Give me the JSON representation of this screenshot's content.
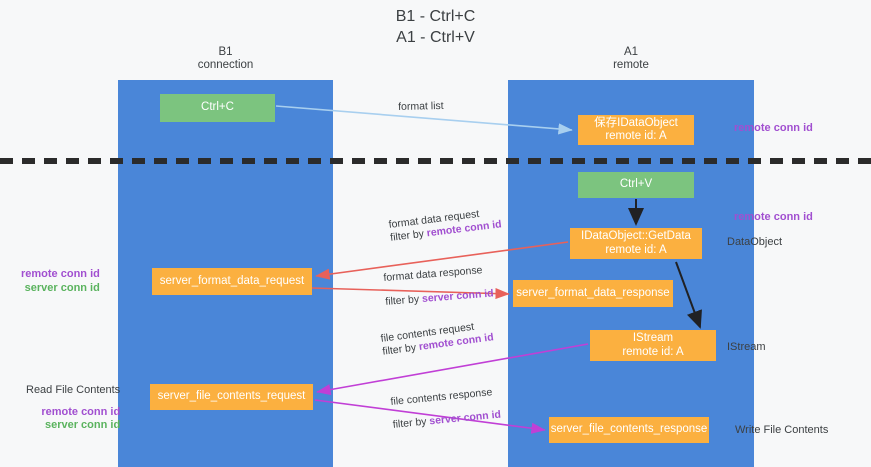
{
  "title": {
    "line1": "B1 - Ctrl+C",
    "line2": "A1 - Ctrl+V"
  },
  "lanes": [
    {
      "id": "b1",
      "name": "B1",
      "role": "connection",
      "color": "#4a86d8"
    },
    {
      "id": "a1",
      "name": "A1",
      "role": "remote",
      "color": "#4a86d8"
    }
  ],
  "nodes": {
    "ctrl_c": {
      "label": "Ctrl+C",
      "color": "#7cc47f"
    },
    "save_dataobject": {
      "label": "保存IDataObject",
      "sub": "remote id: A",
      "color": "#fbb040"
    },
    "ctrl_v": {
      "label": "Ctrl+V",
      "color": "#7cc47f"
    },
    "getdata": {
      "label": "IDataObject::GetData",
      "sub": "remote id: A",
      "color": "#fbb040"
    },
    "server_format_data_request": {
      "label": "server_format_data_request",
      "color": "#fbb040"
    },
    "server_format_data_response": {
      "label": "server_format_data_response",
      "color": "#fbb040"
    },
    "istream": {
      "label": "IStream",
      "sub": "remote id: A",
      "color": "#fbb040"
    },
    "server_file_contents_request": {
      "label": "server_file_contents_request",
      "color": "#fbb040"
    },
    "server_file_contents_response": {
      "label": "server_file_contents_response",
      "color": "#fbb040"
    }
  },
  "edge_labels": {
    "format_list": {
      "text": "format list"
    },
    "format_data_request": {
      "text": "format data request",
      "filter_prefix": "filter by ",
      "filter_key": "remote conn id"
    },
    "format_data_response": {
      "text": "format data response",
      "filter_prefix": "filter by ",
      "filter_key": "server conn id"
    },
    "file_contents_request": {
      "text": "file contents request",
      "filter_prefix": "filter by ",
      "filter_key": "remote conn id"
    },
    "file_contents_response": {
      "text": "file contents response",
      "filter_prefix": "filter by ",
      "filter_key": "server conn id"
    }
  },
  "notes": {
    "right_remote_conn_id_top": "remote conn id",
    "right_remote_conn_id_mid": "remote conn id",
    "right_dataobject": "DataObject",
    "right_istream": "IStream",
    "right_write_file_contents": "Write File Contents",
    "left_remote_conn_id": "remote conn id",
    "left_server_conn_id": "server conn id",
    "left_read_file_contents": "Read File Contents",
    "left_remote_conn_id_2": "remote conn id",
    "left_server_conn_id_2": "server conn id"
  },
  "colors": {
    "lane": "#4a86d8",
    "green_node": "#7cc47f",
    "orange_node": "#fbb040",
    "purple_text": "#a14fd0",
    "green_text": "#5ab35e",
    "dark_text": "#3c4043",
    "red_arrow": "#e8615a",
    "magenta_arrow": "#c13fd6",
    "light_blue_arrow": "#a8cfef",
    "black_arrow": "#202124",
    "background": "#f7f8f9"
  }
}
